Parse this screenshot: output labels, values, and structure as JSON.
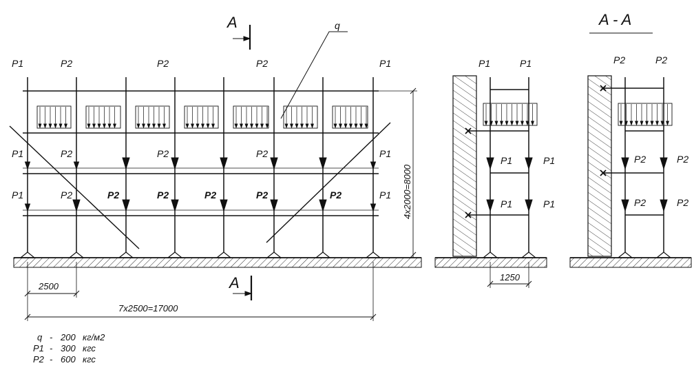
{
  "section": {
    "cut_mark_top": "A",
    "cut_mark_bottom": "A",
    "section_title": "A - A"
  },
  "labels": {
    "load_q": "q",
    "top_row": [
      "P1",
      "P2",
      "P2",
      "P2",
      "P1"
    ],
    "tier1": [
      "P1",
      "P2",
      "P2",
      "P2",
      "P1"
    ],
    "tier2_left": [
      "P1",
      "P2"
    ],
    "tier2_bold": [
      "P2",
      "P2",
      "P2",
      "P2",
      "P2"
    ],
    "tier2_right": "P1"
  },
  "side_view_1": {
    "top": [
      "P1",
      "P1"
    ],
    "mid": [
      "P1",
      "P1"
    ],
    "low": [
      "P1",
      "P1"
    ],
    "width_dim": "1250"
  },
  "side_view_2": {
    "top": [
      "P2",
      "P2"
    ],
    "mid": [
      "P2",
      "P2"
    ],
    "low": [
      "P2",
      "P2"
    ]
  },
  "dimensions": {
    "bay": "2500",
    "total_length": "7x2500=17000",
    "total_height": "4x2000=8000"
  },
  "legend": [
    {
      "symbol": "q",
      "dash": "-",
      "value": "200",
      "unit": "кг/м2"
    },
    {
      "symbol": "P1",
      "dash": "-",
      "value": "300",
      "unit": "кгс"
    },
    {
      "symbol": "P2",
      "dash": "-",
      "value": "600",
      "unit": "кгс"
    }
  ]
}
